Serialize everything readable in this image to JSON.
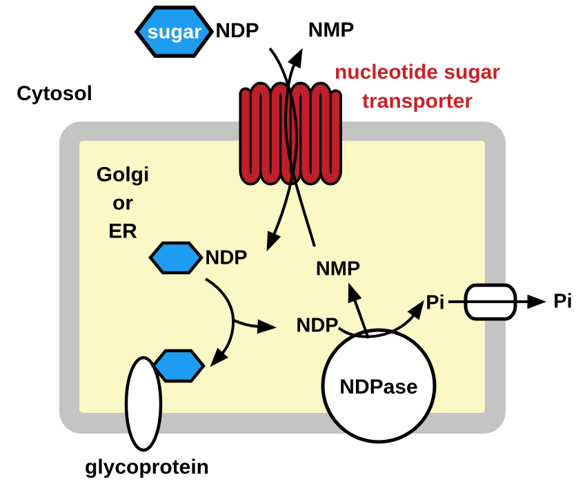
{
  "diagram": {
    "kind_note": "nucleotide sugar transport cycle across Golgi/ER membrane",
    "labels": {
      "cytosol": "Cytosol",
      "compartment": [
        "Golgi",
        "or",
        "ER"
      ],
      "transporter_name": [
        "nucleotide sugar",
        "transporter"
      ],
      "sugar": "sugar",
      "ndp_top": "NDP",
      "nmp_top": "NMP",
      "ndp_lumen": "NDP",
      "nmp_lumen": "NMP",
      "ndp_free": "NDP",
      "ndpase": "NDPase",
      "pi_lumen": "Pi",
      "pi_cytosol": "Pi",
      "glycoprotein": "glycoprotein"
    },
    "colors": {
      "sugar_blue": "#1E9CF2",
      "transporter_red": "#C0202A",
      "label_red": "#CB2027",
      "membrane_gray": "#C4C4C4",
      "lumen_yellow": "#FBF8C6",
      "line_black": "#000000",
      "background": "#FFFFFF"
    }
  }
}
